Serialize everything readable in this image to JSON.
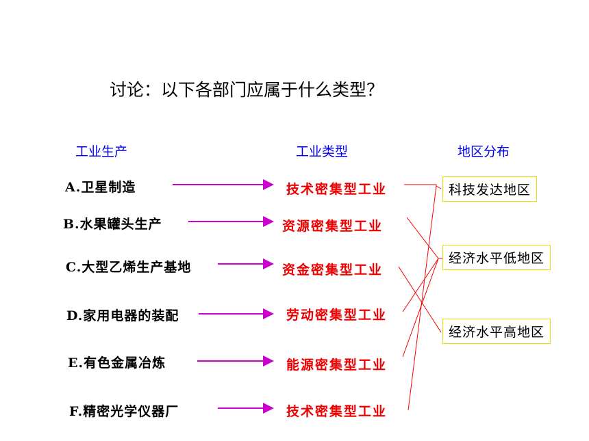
{
  "title": "讨论：以下各部门应属于什么类型？",
  "headers": {
    "production": "工业生产",
    "type": "工业类型",
    "region": "地区分布"
  },
  "rows": [
    {
      "item": "A.卫星制造",
      "type": "技术密集型工业"
    },
    {
      "item": "B.水果罐头生产",
      "type": "资源密集型工业"
    },
    {
      "item": "C.大型乙烯生产基地",
      "type": "资金密集型工业"
    },
    {
      "item": "D.家用电器的装配",
      "type": "劳动密集型工业"
    },
    {
      "item": "E.有色金属冶炼",
      "type": "能源密集型工业"
    },
    {
      "item": "F.精密光学仪器厂",
      "type": "技术密集型工业"
    }
  ],
  "regions": [
    "科技发达地区",
    "经济水平低地区",
    "经济水平高地区"
  ],
  "colors": {
    "header": "#0000ee",
    "type": "#ee0000",
    "arrow": "#cc00cc",
    "connector": "#ee0000",
    "region_border": "#e8e000"
  }
}
